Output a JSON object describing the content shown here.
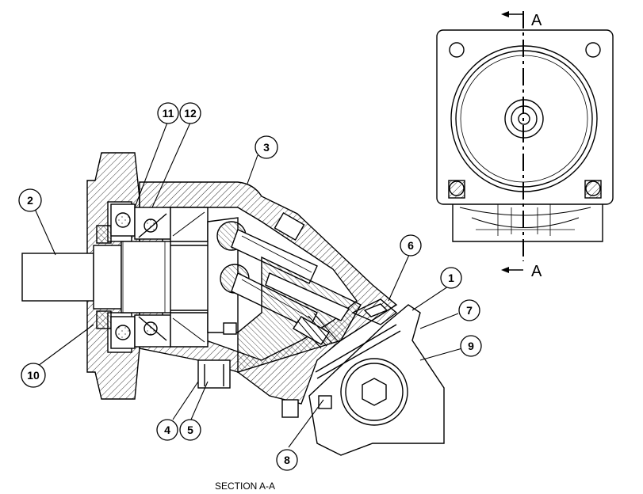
{
  "section_marks": {
    "top": "A",
    "bottom": "A"
  },
  "caption": "SECTION A-A",
  "callouts": [
    {
      "id": "c1",
      "label": "1"
    },
    {
      "id": "c2",
      "label": "2"
    },
    {
      "id": "c3",
      "label": "3"
    },
    {
      "id": "c4",
      "label": "4"
    },
    {
      "id": "c5",
      "label": "5"
    },
    {
      "id": "c6",
      "label": "6"
    },
    {
      "id": "c7",
      "label": "7"
    },
    {
      "id": "c8",
      "label": "8"
    },
    {
      "id": "c9",
      "label": "9"
    },
    {
      "id": "c10",
      "label": "10"
    },
    {
      "id": "c11",
      "label": "11"
    },
    {
      "id": "c12",
      "label": "12"
    }
  ]
}
